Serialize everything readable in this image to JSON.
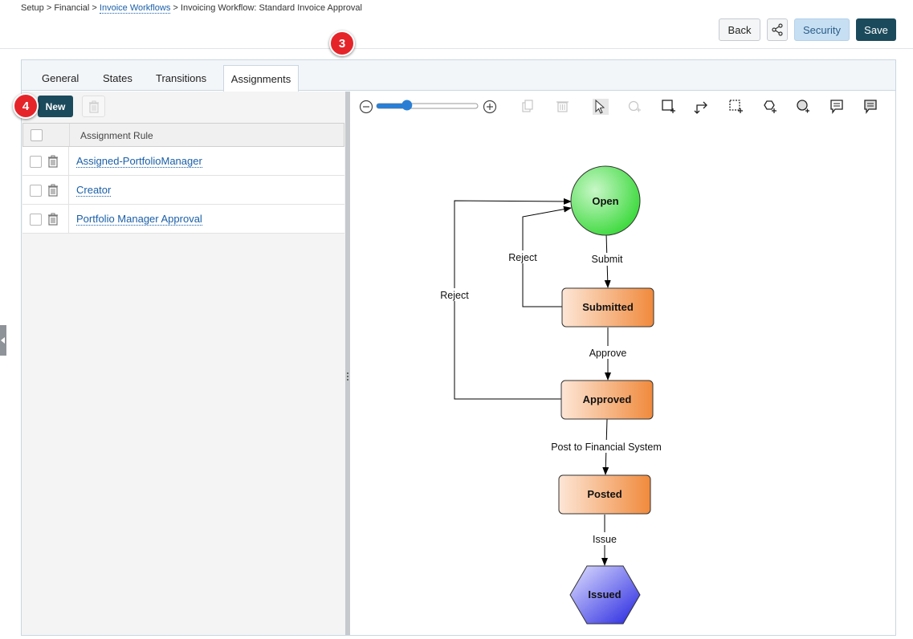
{
  "breadcrumb": {
    "setup": "Setup",
    "sep": ">",
    "financial": "Financial",
    "invoice_workflows": "Invoice Workflows",
    "current": "Invoicing Workflow: Standard Invoice Approval"
  },
  "header": {
    "back_label": "Back",
    "security_label": "Security",
    "save_label": "Save"
  },
  "tabs": {
    "general": "General",
    "states": "States",
    "transitions": "Transitions",
    "assignments": "Assignments"
  },
  "toolbar": {
    "new_label": "New"
  },
  "grid": {
    "header": "Assignment Rule",
    "rows": [
      "Assigned-PortfolioManager",
      "Creator",
      "Portfolio Manager Approval"
    ]
  },
  "annotations": {
    "badge3": "3",
    "badge4": "4"
  },
  "diagram": {
    "zoom_level": 0.3,
    "states": {
      "open": "Open",
      "submitted": "Submitted",
      "approved": "Approved",
      "posted": "Posted",
      "issued": "Issued"
    },
    "transitions": {
      "submit": "Submit",
      "reject_inner": "Reject",
      "reject_outer": "Reject",
      "approve": "Approve",
      "post": "Post to Financial System",
      "issue": "Issue"
    }
  },
  "colors": {
    "accent": "#1b4a5c",
    "link": "#1a5fa8",
    "security_bg": "#c7dff2",
    "badge": "#e5242a",
    "state_orange": "#f08a3c",
    "state_open": "#2ad62a",
    "state_issued": "#2424e0"
  }
}
